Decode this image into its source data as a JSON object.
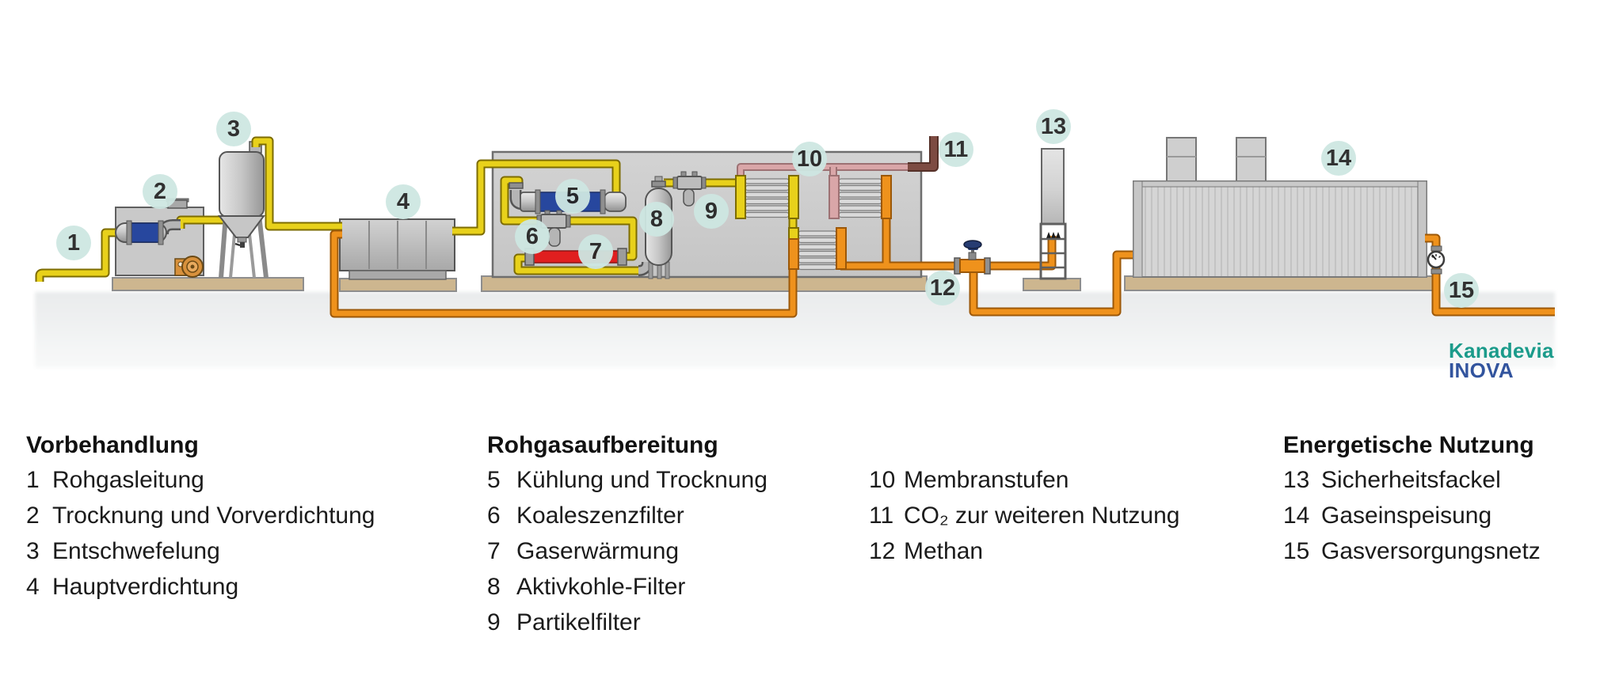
{
  "badges": [
    "1",
    "2",
    "3",
    "4",
    "5",
    "6",
    "7",
    "8",
    "9",
    "10",
    "11",
    "12",
    "13",
    "14",
    "15"
  ],
  "logo": {
    "line1": "Kanadevia",
    "line2": "INOVA"
  },
  "legend": {
    "columns": [
      {
        "heading": "Vorbehandlung",
        "items": [
          {
            "num": "1",
            "label": "Rohgasleitung"
          },
          {
            "num": "2",
            "label": "Trocknung und Vorverdichtung"
          },
          {
            "num": "3",
            "label": "Entschwefelung"
          },
          {
            "num": "4",
            "label": "Hauptverdichtung"
          }
        ]
      },
      {
        "heading": "Rohgasaufbereitung",
        "items": [
          {
            "num": "5",
            "label": "Kühlung und Trocknung"
          },
          {
            "num": "6",
            "label": "Koaleszenzfilter"
          },
          {
            "num": "7",
            "label": "Gaserwärmung"
          },
          {
            "num": "8",
            "label": "Aktivkohle-Filter"
          },
          {
            "num": "9",
            "label": "Partikelfilter"
          }
        ]
      },
      {
        "heading": "",
        "items": [
          {
            "num": "10",
            "label": "Membranstufen"
          },
          {
            "num": "11",
            "label": "CO₂ zur weiteren Nutzung"
          },
          {
            "num": "12",
            "label": "Methan"
          }
        ]
      },
      {
        "heading": "Energetische Nutzung",
        "items": [
          {
            "num": "13",
            "label": "Sicherheitsfackel"
          },
          {
            "num": "14",
            "label": "Gaseinspeisung"
          },
          {
            "num": "15",
            "label": "Gasversorgungsnetz"
          }
        ]
      }
    ]
  },
  "colors": {
    "pipe-yellow": "#e8d11b",
    "pipe-yellow-dark": "#7d6c00",
    "pipe-orange": "#ef921c",
    "pipe-orange-dark": "#9c5808",
    "pipe-pink": "#d9a6a8",
    "pipe-pink-dark": "#9d7173",
    "pipe-brown": "#7d4b42",
    "pipe-brown-dark": "#553028",
    "badge-bg": "#cee7e2",
    "badge-text": "#262626",
    "cooler-blue": "#27479e",
    "heater-red": "#e01f1f",
    "valve-blue": "#263c72",
    "logo-teal": "#1b9b8b",
    "logo-blue": "#32549e",
    "slab-tan": "#cdb68f",
    "ground-gray": "#eceeee"
  }
}
